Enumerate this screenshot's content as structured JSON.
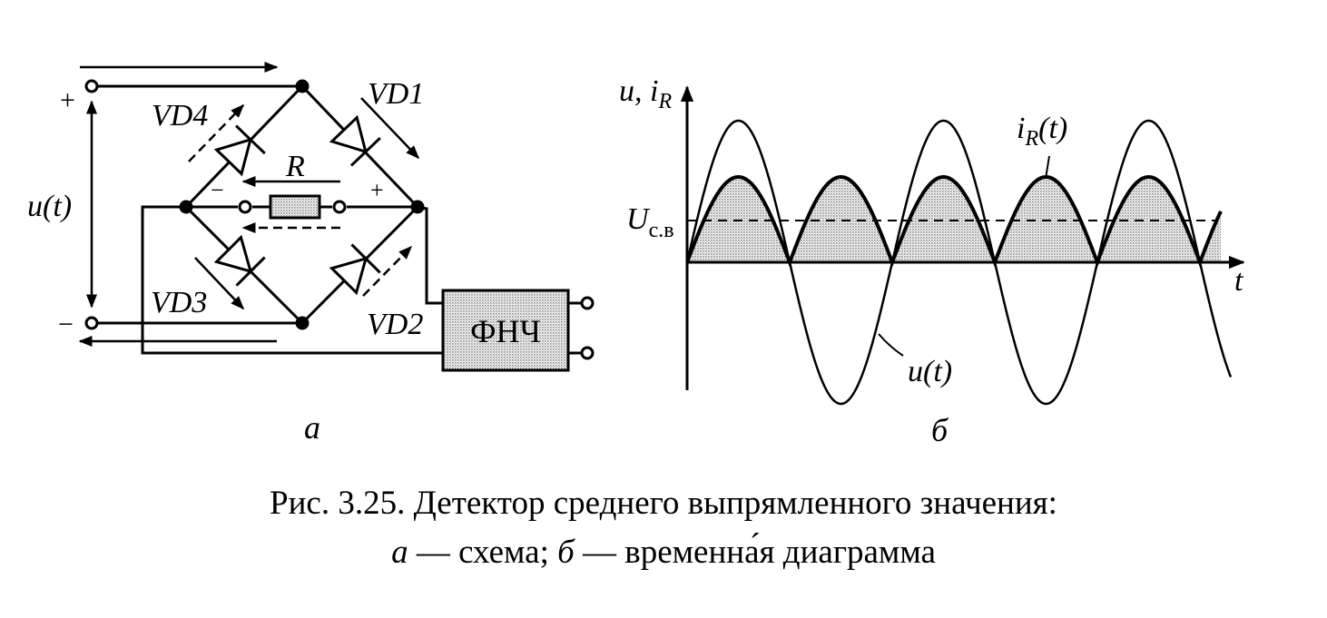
{
  "schematic": {
    "plus": "+",
    "minus": "−",
    "input_label": "u(t)",
    "r_label": "R",
    "r_minus": "−",
    "r_plus": "+",
    "diodes": [
      "VD1",
      "VD2",
      "VD3",
      "VD4"
    ],
    "filter_label": "ФНЧ",
    "panel_label": "а"
  },
  "timing": {
    "y_axis_label_main": "u, i",
    "y_axis_label_sub": "R",
    "x_axis_label": "t",
    "level_main": "U",
    "level_sub": "с.в",
    "ir_label_main": "i",
    "ir_label_sub": "R",
    "ir_label_rest": "(t)",
    "u_label": "u(t)",
    "panel_label": "б"
  },
  "caption": {
    "line1": "Рис. 3.25. Детектор среднего выпрямленного значения:",
    "a_letter": "а",
    "a_text": " — схема; ",
    "b_letter": "б",
    "b_text": " — временна́я диаграмма"
  },
  "colors": {
    "ink": "#000000",
    "fill": "#d9d9d9"
  }
}
